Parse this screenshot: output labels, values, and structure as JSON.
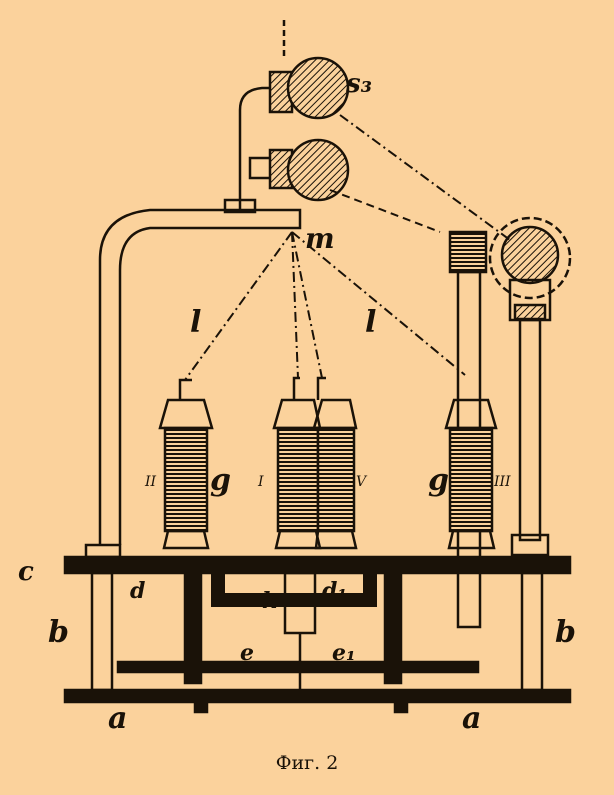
{
  "figure": {
    "caption": "Фиг. 2",
    "colors": {
      "background": "#fbd29c",
      "ink": "#1a1208"
    },
    "labels": {
      "s3": "s₃",
      "m": "m",
      "l_left": "l",
      "l_right": "l",
      "g_left": "g",
      "g_right": "g",
      "bobbin_II": "II",
      "bobbin_I": "I",
      "bobbin_V": "V",
      "bobbin_III": "III",
      "c": "c",
      "b_left": "b",
      "b_right": "b",
      "a_left": "a",
      "a_right": "a",
      "d": "d",
      "d1": "d₁",
      "k": "k",
      "e": "e",
      "e1": "e₁"
    }
  }
}
